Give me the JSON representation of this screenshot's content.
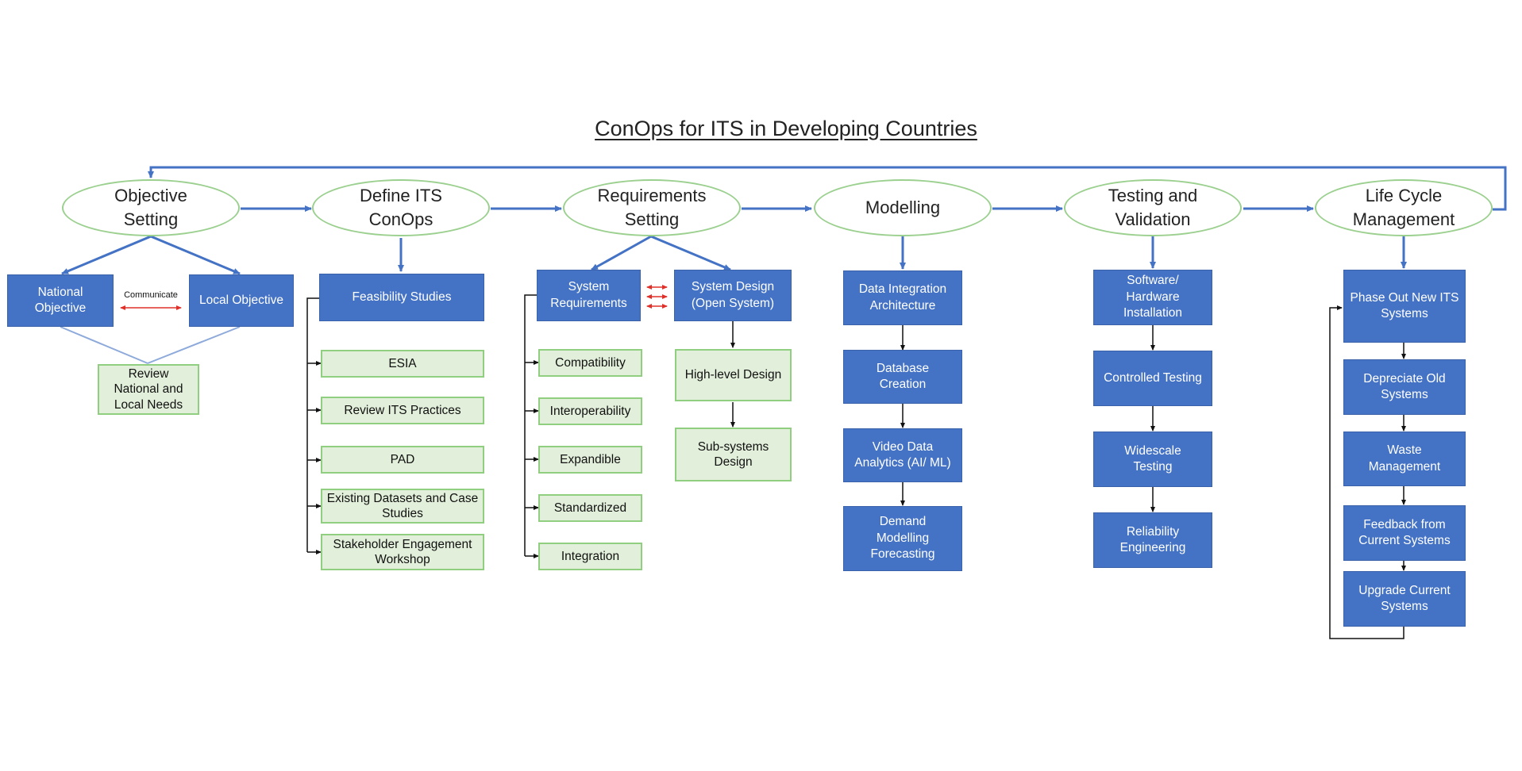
{
  "title": "ConOps for ITS in Developing Countries",
  "colors": {
    "primary_box": "#4472c4",
    "secondary_box_fill": "#e2efda",
    "secondary_box_border": "#8fcf7f",
    "phase_border": "#9bd08f",
    "flow_arrow": "#4472c4",
    "sub_connector": "#111111",
    "two_way_arrow": "#e0302a"
  },
  "phases": [
    "Objective\nSetting",
    "Define ITS\nConOps",
    "Requirements\nSetting",
    "Modelling",
    "Testing and\nValidation",
    "Life Cycle\nManagement"
  ],
  "objective": {
    "national": "National\nObjective",
    "local": "Local Objective",
    "communicate": "Communicate",
    "review": "Review\nNational and\nLocal Needs"
  },
  "conops": {
    "feasibility": "Feasibility Studies",
    "items": [
      "ESIA",
      "Review ITS Practices",
      "PAD",
      "Existing Datasets and Case\nStudies",
      "Stakeholder Engagement\nWorkshop"
    ]
  },
  "requirements": {
    "system_requirements": "System\nRequirements",
    "system_design": "System Design\n(Open System)",
    "items": [
      "Compatibility",
      "Interoperability",
      "Expandible",
      "Standardized",
      "Integration"
    ],
    "design_items": [
      "High-level Design",
      "Sub-systems\nDesign"
    ]
  },
  "modelling": {
    "items": [
      "Data Integration\nArchitecture",
      "Database\nCreation",
      "Video Data\nAnalytics (AI/ ML)",
      "Demand\nModelling\nForecasting"
    ]
  },
  "testing": {
    "items": [
      "Software/\nHardware\nInstallation",
      "Controlled Testing",
      "Widescale\nTesting",
      "Reliability\nEngineering"
    ]
  },
  "lifecycle": {
    "items": [
      "Phase Out New ITS\nSystems",
      "Depreciate Old\nSystems",
      "Waste\nManagement",
      "Feedback from\nCurrent Systems",
      "Upgrade Current\nSystems"
    ]
  }
}
